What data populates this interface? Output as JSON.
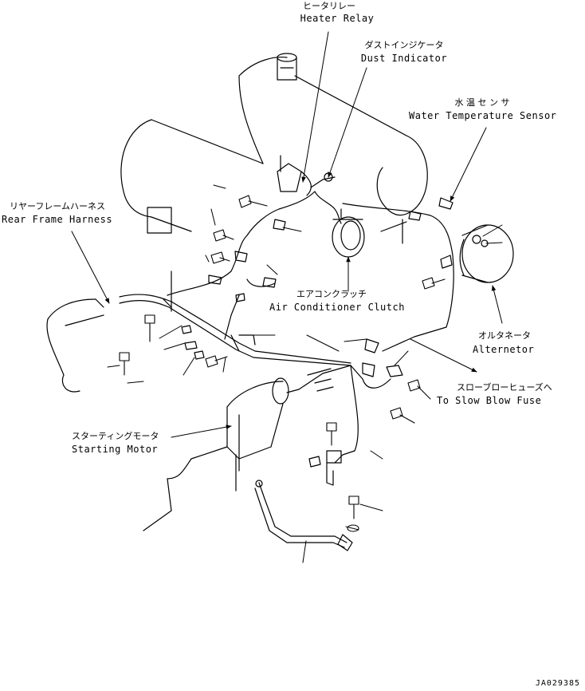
{
  "labels": {
    "heater_relay": {
      "jp": "ヒータリレー",
      "en": "Heater Relay"
    },
    "dust_indicator": {
      "jp": "ダストインジケータ",
      "en": "Dust Indicator"
    },
    "water_temp_sensor": {
      "jp": "水 温 セ ン サ",
      "en": "Water Temperature Sensor"
    },
    "rear_frame_harness": {
      "jp": "リヤーフレームハーネス",
      "en": "Rear Frame Harness"
    },
    "ac_clutch": {
      "jp": "エアコンクラッチ",
      "en": "Air Conditioner Clutch"
    },
    "alternator": {
      "jp": "オルタネータ",
      "en": "Alternetor"
    },
    "slow_blow_fuse": {
      "jp": "スローブローヒューズへ",
      "en": "To Slow Blow Fuse"
    },
    "starting_motor": {
      "jp": "スターティングモータ",
      "en": "Starting Motor"
    }
  },
  "document_code": "JA029385"
}
